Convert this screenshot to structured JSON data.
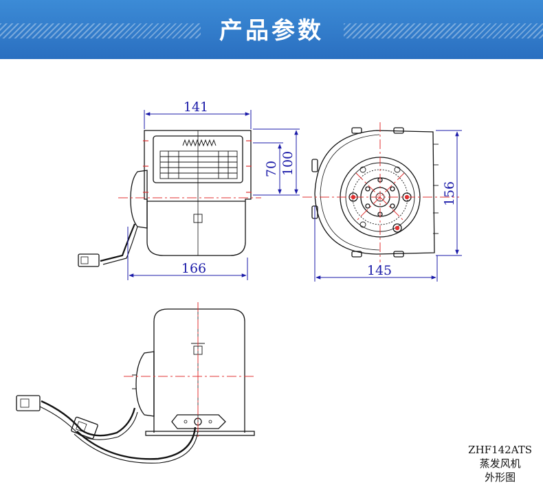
{
  "header": {
    "title": "产品参数"
  },
  "dimensions": {
    "top_width": "141",
    "bottom_width": "166",
    "inner_height": "70",
    "outer_height": "100",
    "front_width": "145",
    "front_height": "156"
  },
  "caption": {
    "model": "ZHF142ATS",
    "line2": "蒸发风机",
    "line3": "外形图"
  },
  "colors": {
    "banner": "#2a6fc0",
    "dimension": "#1a1aa8",
    "centerline": "#e03030"
  }
}
